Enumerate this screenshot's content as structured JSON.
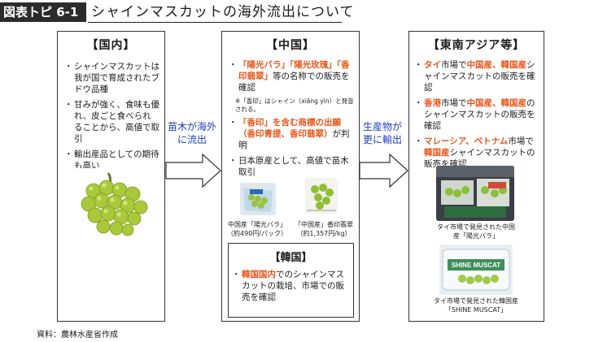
{
  "title": {
    "tag": "図表トピ 6-1",
    "text": "シャインマスカットの海外流出について"
  },
  "domestic": {
    "heading": "【国内】",
    "items": [
      "シャインマスカットは我が国で育成されたブドウ品種",
      "甘みが強く、食味も優れ、皮ごと食べられることから、高値で取引",
      "輸出産品としての期待も高い"
    ]
  },
  "arrow1_label": "苗木が海外に流出",
  "china": {
    "heading": "【中国】",
    "item1_hl": "「陽光バラ」「陽光玫瑰」「香印翡翠」",
    "item1_rest": "等の名称での販売を確認",
    "note": "※「香印」はシャイン（xiāng yìn）と発音される。",
    "item2_hl": "「香印」を含む商標の出願（香印青提、香印翡翠）",
    "item2_rest": "が判明",
    "item3": "日本原産として、高値で苗木取引",
    "photo1_caption": "中国産「陽光バラ」（約490円/パック）",
    "photo2_caption": "「中国産」香印翡翠（約1,357円/kg）"
  },
  "korea": {
    "heading": "【韓国】",
    "item1_hl": "韓国国内",
    "item1_rest": "でのシャインマスカットの栽培、市場での販売を確認"
  },
  "arrow2_label": "生産物が更に輸出",
  "sea": {
    "heading": "【東南アジア等】",
    "item1": {
      "hl1": "タイ",
      "t1": "市場で",
      "hl2": "中国産、韓国産",
      "t2": "シャインマスカットの販売を確認"
    },
    "item2": {
      "hl1": "香港",
      "t1": "市場で",
      "hl2": "中国産、韓国産",
      "t2": "のシャインマスカットの販売を確認"
    },
    "item3": {
      "hl1": "マレーシア、ベトナム",
      "t1": "市場で",
      "hl2": "韓国産",
      "t2": "シャインマスカットの販売を確認"
    },
    "photo1_caption": "タイ市場で発見された中国産「陽光バラ」",
    "photo2_caption": "タイ市場で発見された韓国産「SHINE MUSCAT」",
    "package_label": "SHINE MUSCAT"
  },
  "source": "資料：農林水産省作成",
  "colors": {
    "highlight": "#e8561a",
    "arrow_label": "#1d3fbf"
  }
}
